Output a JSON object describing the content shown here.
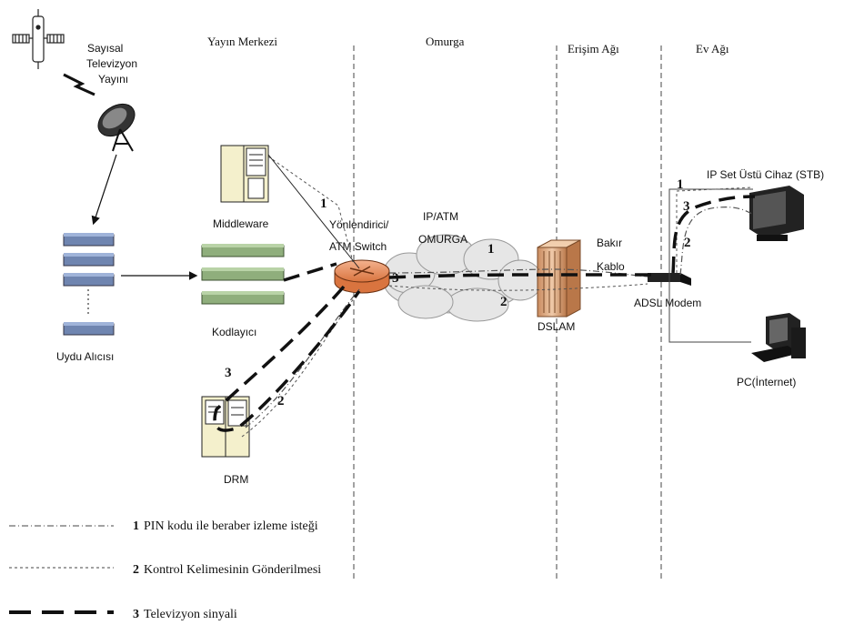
{
  "sections": {
    "yayin_merkezi": "Yayın Merkezi",
    "omurga": "Omurga",
    "erisim_agi": "Erişim Ağı",
    "ev_agi": "Ev Ağı"
  },
  "labels": {
    "sayisal_line1": "Sayısal",
    "sayisal_line2": "Televizyon",
    "sayisal_line3": "Yayını",
    "uydu_alicisi": "Uydu Alıcısı",
    "middleware": "Middleware",
    "kodlayici": "Kodlayıcı",
    "drm": "DRM",
    "router_line1": "Yönlendirici/",
    "router_line2": "ATM Switch",
    "ipatm_line1": "IP/ATM",
    "ipatm_line2": "OMURGA",
    "dslam": "DSLAM",
    "bakir_line1": "Bakır",
    "bakir_line2": "Kablo",
    "adsl_modem": "ADSL Modem",
    "stb": "IP Set Üstü Cihaz (STB)",
    "pc": "PC(İnternet)"
  },
  "path_numbers": {
    "n1": "1",
    "n2": "2",
    "n3": "3"
  },
  "legend": {
    "items": [
      {
        "num": "1",
        "text": "PIN kodu ile beraber izleme isteği",
        "style": "dash-dot"
      },
      {
        "num": "2",
        "text": "Kontrol Kelimesinin Gönderilmesi",
        "style": "dashed"
      },
      {
        "num": "3",
        "text": "Televizyon sinyali",
        "style": "thick-dashed"
      }
    ]
  },
  "colors": {
    "line": "#111111",
    "cloud": "#e6e6e6",
    "router": "#e8946a",
    "dslam": "#d9a27c",
    "encoder": "#8fae7c",
    "receiver": "#6f85b0"
  }
}
